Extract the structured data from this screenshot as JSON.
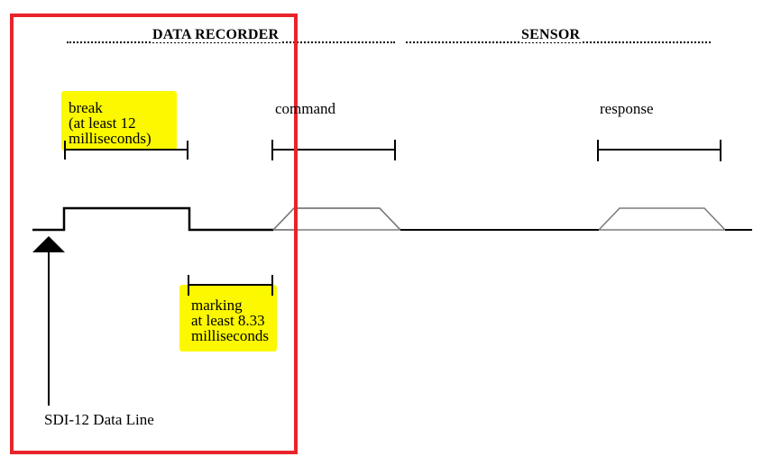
{
  "headers": {
    "recorder": "DATA RECORDER",
    "sensor": "SENSOR"
  },
  "labels": {
    "break": [
      "break",
      "(at least 12",
      "milliseconds)"
    ],
    "command": "command",
    "response": "response",
    "marking": [
      "marking",
      "at least 8.33",
      "milliseconds"
    ],
    "data_line": "SDI-12 Data Line"
  },
  "colors": {
    "highlight": "#fbf800",
    "box_border": "#e8242a",
    "line": "#000000",
    "packet": "#7a7a7a"
  }
}
